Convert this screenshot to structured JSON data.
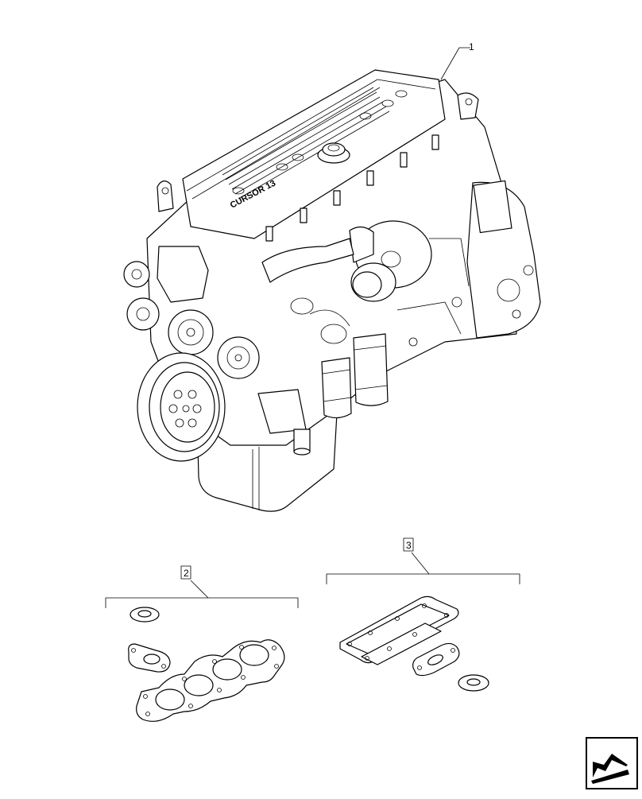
{
  "callouts": {
    "engine": "1",
    "kit_left": "2",
    "kit_right": "3"
  },
  "engine_label": "CURSOR 13",
  "nav_icon": "arrow-return-icon"
}
